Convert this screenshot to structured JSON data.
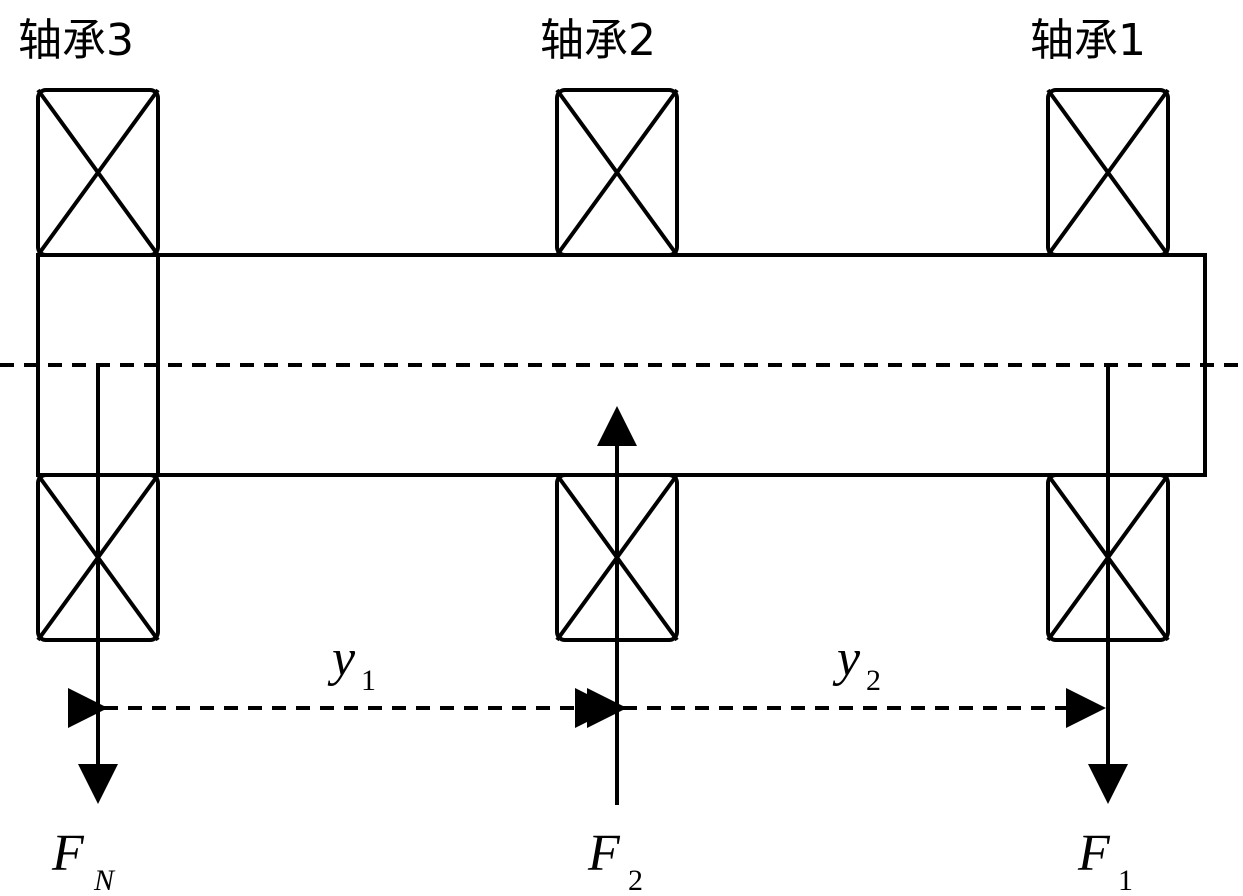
{
  "bearings": {
    "bearing3": {
      "label": "轴承3"
    },
    "bearing2": {
      "label": "轴承2"
    },
    "bearing1": {
      "label": "轴承1"
    }
  },
  "forces": {
    "fn": {
      "symbol": "F",
      "subscript": "N",
      "direction": "down"
    },
    "f2": {
      "symbol": "F",
      "subscript": "2",
      "direction": "up"
    },
    "f1": {
      "symbol": "F",
      "subscript": "1",
      "direction": "down"
    }
  },
  "dimensions": {
    "y1": {
      "symbol": "y",
      "subscript": "1"
    },
    "y2": {
      "symbol": "y",
      "subscript": "2"
    }
  },
  "colors": {
    "line": "#000000",
    "background": "#ffffff"
  }
}
